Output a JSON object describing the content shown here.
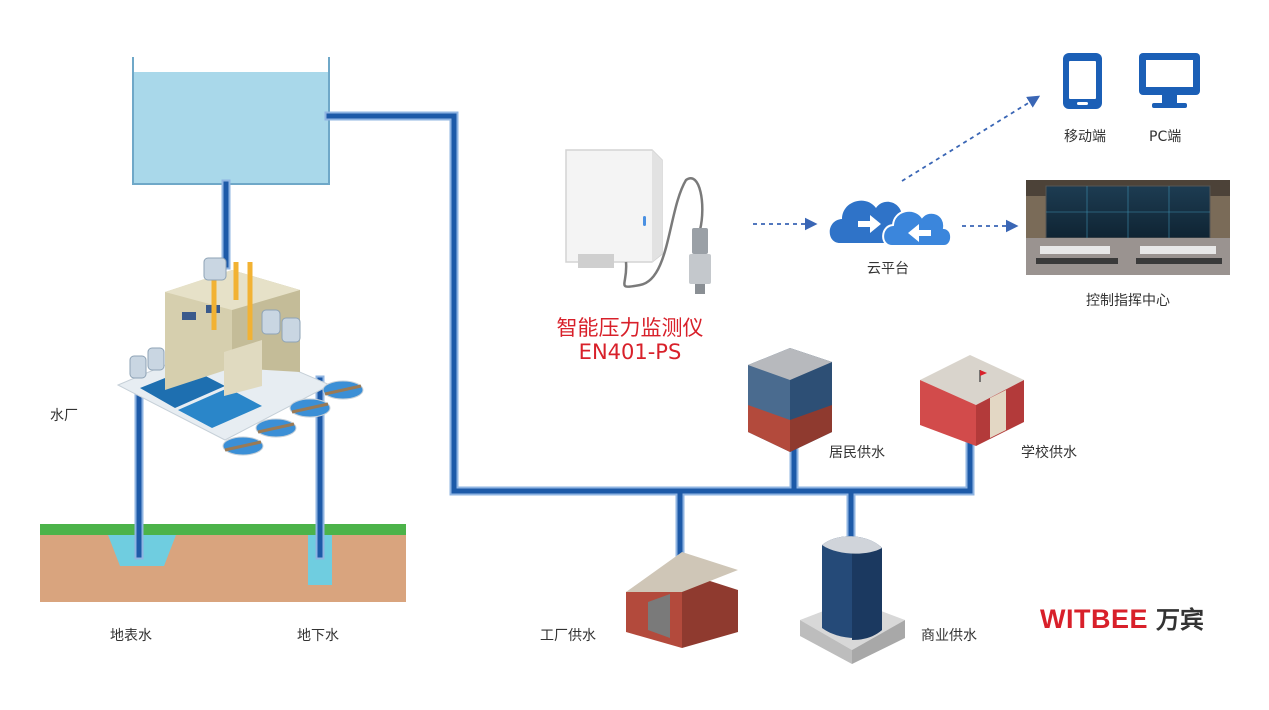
{
  "labels": {
    "water_plant": "水厂",
    "surface_water": "地表水",
    "ground_water": "地下水",
    "device_name": "智能压力监测仪",
    "device_model": "EN401-PS",
    "cloud": "云平台",
    "mobile": "移动端",
    "pc": "PC端",
    "command_center": "控制指挥中心",
    "residential": "居民供水",
    "school": "学校供水",
    "factory": "工厂供水",
    "commercial": "商业供水"
  },
  "logo": {
    "en": "WITBEE",
    "cn": "万宾"
  },
  "colors": {
    "pipe": "#1d5aa8",
    "pipe_edge": "#8fb4e2",
    "arrow": "#3a66b5",
    "tank_water": "#a9d8ea",
    "grass": "#4cb34a",
    "soil": "#d9a47e",
    "brand_red": "#d8202a",
    "cloud": "#2f73c8"
  },
  "icons": [
    "mobile-phone-icon",
    "monitor-icon",
    "cloud-icon"
  ]
}
